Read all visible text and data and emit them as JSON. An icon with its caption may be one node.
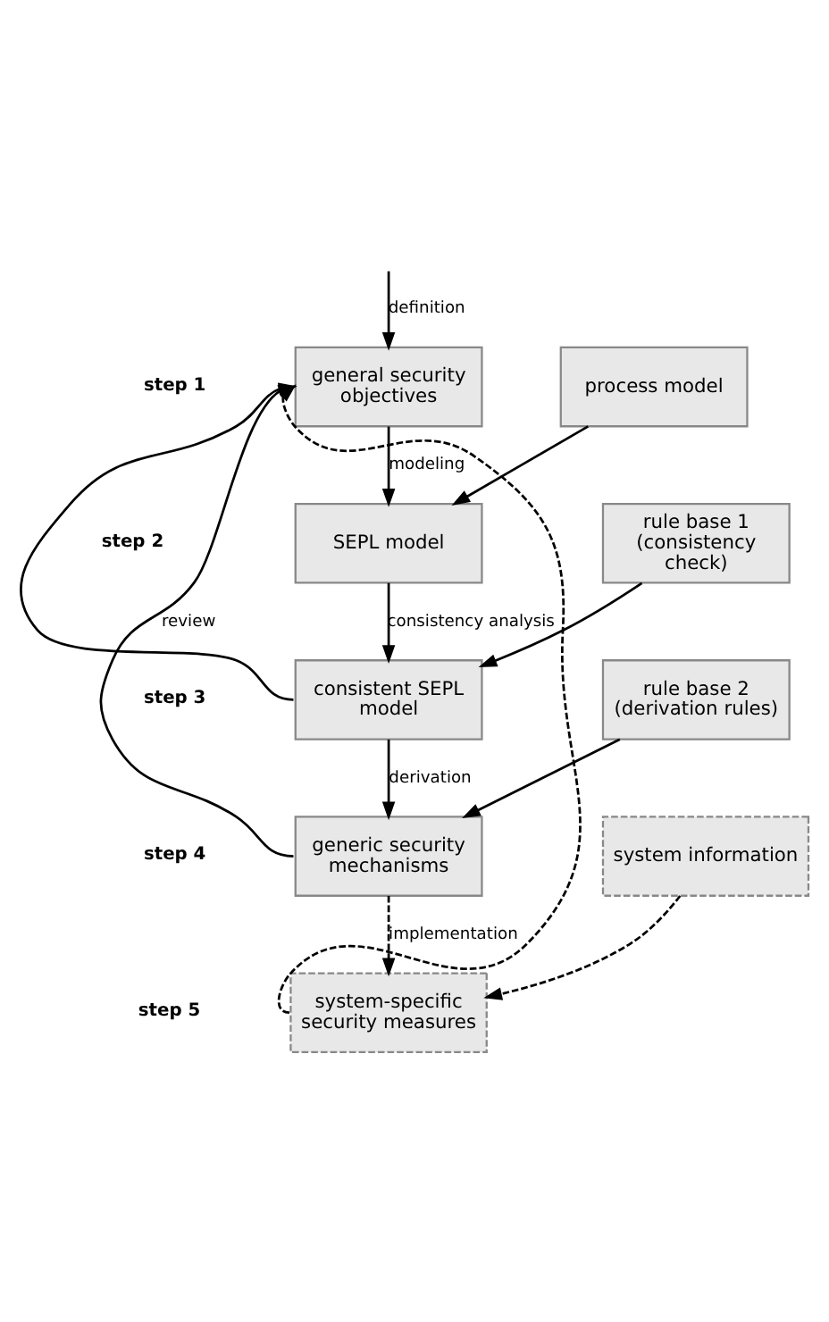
{
  "diagram": {
    "nodes": [
      {
        "text": [
          "general security objectives"
        ]
      },
      {
        "text": [
          "process model"
        ]
      },
      {
        "text": [
          "SEPL model"
        ]
      },
      {
        "text": [
          "rule base 1 (consistency check)"
        ]
      },
      {
        "text": [
          "consistent SEPL model"
        ]
      },
      {
        "text": [
          "rule base 2 (derivation rules)"
        ]
      },
      {
        "text": [
          "generic security mechanisms"
        ]
      },
      {
        "text": [
          "system information"
        ]
      },
      {
        "text": [
          "system-specific security measures"
        ]
      }
    ],
    "edges": [
      {
        "from": null,
        "to": 0,
        "arrow": "to",
        "label": "definition"
      },
      {
        "from": 0,
        "to": 2,
        "arrow": "to",
        "label": "modeling"
      },
      {
        "from": 1,
        "to": 2,
        "arrow": "to"
      },
      {
        "from": 2,
        "to": 4,
        "arrow": "to",
        "label": "consistency analysis"
      },
      {
        "from": 3,
        "to": 4,
        "arrow": "to"
      },
      {
        "from": 4,
        "to": 6,
        "arrow": "to",
        "label": "derivation"
      },
      {
        "from": 5,
        "to": 6,
        "arrow": "to"
      },
      {
        "from": 6,
        "to": 8,
        "arrow": "to",
        "label": "implementation",
        "style": "dashed"
      },
      {
        "from": 7,
        "to": 8,
        "arrow": "to",
        "style": "dashed"
      },
      {
        "from": 4,
        "to": 0,
        "arrow": "to"
      },
      {
        "from": 6,
        "to": 0,
        "arrow": "to",
        "label": "review"
      },
      {
        "from": 8,
        "to": 0,
        "arrow": "to",
        "style": "dashed"
      }
    ],
    "labels": [
      "step 1",
      "step 2",
      "step 3",
      "step 4",
      "step 5"
    ]
  }
}
